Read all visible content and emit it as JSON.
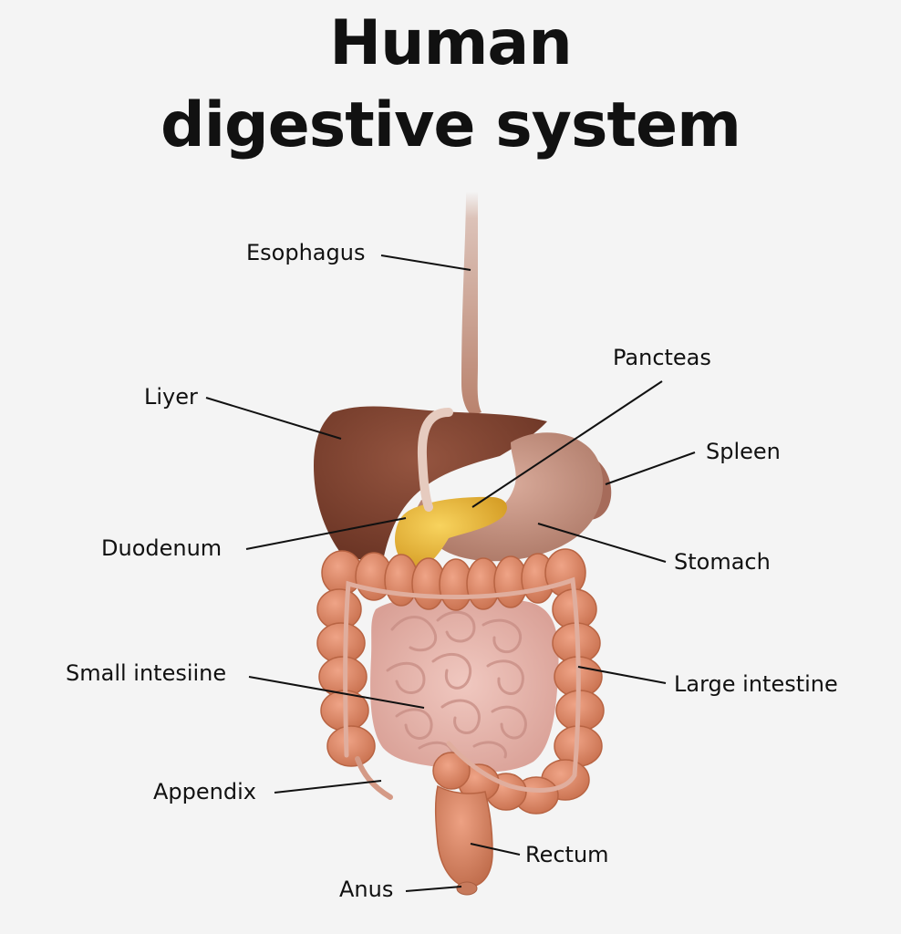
{
  "title": {
    "line1": "Human",
    "line2": "digestive system"
  },
  "labels": {
    "esophagus": "Esophagus",
    "liver": "Liyer",
    "pancreas": "Pancteas",
    "spleen": "Spleen",
    "duodenum": "Duodenum",
    "stomach": "Stomach",
    "small_intestine": "Small intesiine",
    "large_intestine": "Large intestine",
    "appendix": "Appendix",
    "rectum": "Rectum",
    "anus": "Anus"
  },
  "colors": {
    "background": "#f4f4f4",
    "liver": "#7e4430",
    "stomach": "#c28e7d",
    "pancreas": "#e9b53a",
    "large_intestine": "#d88a6c",
    "small_intestine": "#e7b4aa",
    "esophagus": "#c9947f",
    "leader_line": "#111111"
  }
}
